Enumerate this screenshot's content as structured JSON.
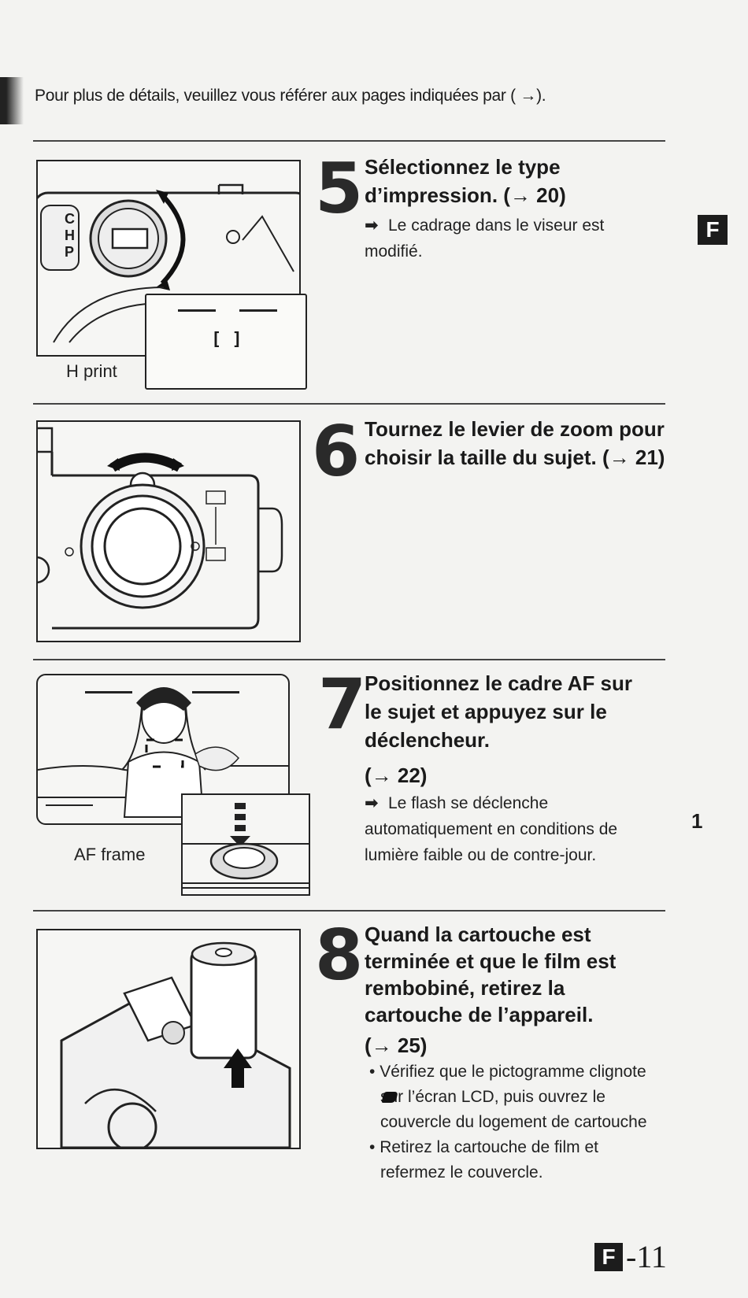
{
  "intro_text": "Pour plus de détails, veuillez vous référer aux pages indiquées par ( →).",
  "side_tab_letter": "F",
  "side_section_number": "1",
  "steps": [
    {
      "number": "5",
      "title": "Sélectionnez le type d’impression. (→ 20)",
      "notes": [
        {
          "marker": "➡",
          "text": "Le cadrage dans le viseur est modifié."
        }
      ],
      "figure_labels": {
        "mode_letters": [
          "C",
          "H",
          "P"
        ],
        "caption": "H print",
        "viewfinder_frame": "[ ]"
      }
    },
    {
      "number": "6",
      "title": "Tournez le levier de zoom pour choisir la taille du sujet. (→ 21)",
      "notes": []
    },
    {
      "number": "7",
      "title": "Positionnez le cadre AF sur le sujet et appuyez sur le déclencheur.",
      "ref": "(→ 22)",
      "notes": [
        {
          "marker": "➡",
          "text": "Le flash se déclenche automatiquement en conditions de lumière faible ou de contre-jour."
        }
      ],
      "figure_labels": {
        "caption": "AF frame"
      }
    },
    {
      "number": "8",
      "title": "Quand la cartouche est terminée et que le film est rembobiné, retirez la cartouche de l’appareil.",
      "ref": "(→ 25)",
      "bullets": [
        "Vérifiez que le pictogramme  clignote sur l’écran LCD, puis ouvrez le couvercle du logement de cartouche",
        "Retirez la cartouche de film et refermez le couvercle."
      ]
    }
  ],
  "folio": {
    "tab_letter": "F",
    "page_suffix": "-11"
  }
}
